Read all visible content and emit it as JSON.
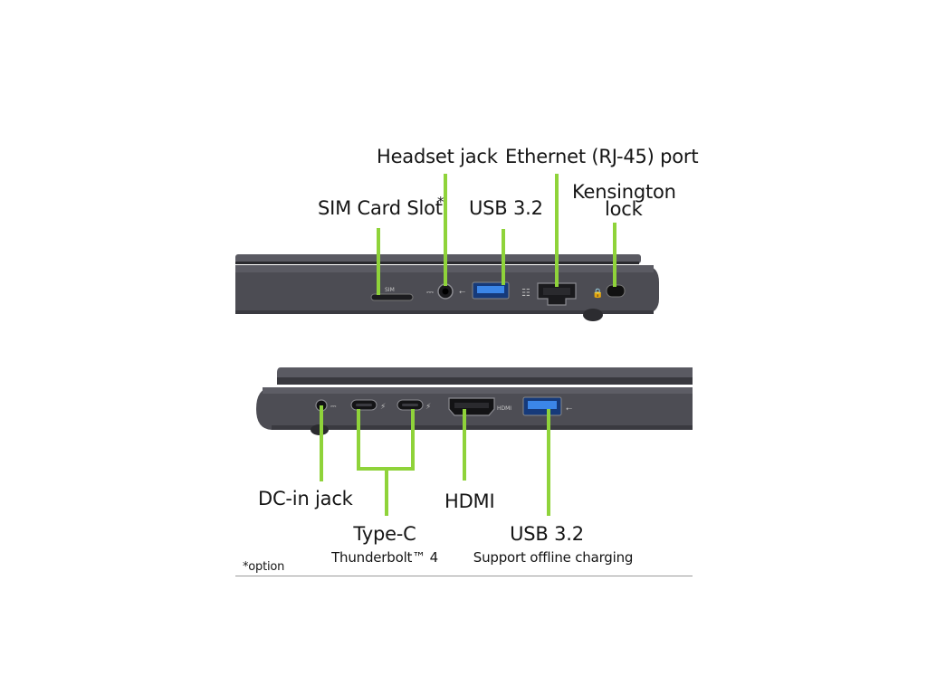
{
  "colors": {
    "accent": "#8fd33a",
    "chassis": "#4b4b52",
    "chassis_dark": "#2e2e33",
    "chassis_light": "#6a6a72",
    "port_blue": "#2f6fd6"
  },
  "callouts": {
    "sim_card_slot": "SIM Card Slot",
    "sim_asterisk": "*",
    "headset_jack": "Headset jack",
    "usb_top": "USB 3.2",
    "ethernet": "Ethernet (RJ-45) port",
    "kensington_line1": "Kensington",
    "kensington_line2": "lock",
    "dc_in": "DC-in jack",
    "hdmi": "HDMI",
    "type_c": "Type-C",
    "thunderbolt": "Thunderbolt™ 4",
    "usb_bottom": "USB 3.2",
    "offline_charging": "Support offline charging"
  },
  "footnote": "*option",
  "port_markings": {
    "sim": "SIM",
    "hdmi": "HDMI"
  }
}
